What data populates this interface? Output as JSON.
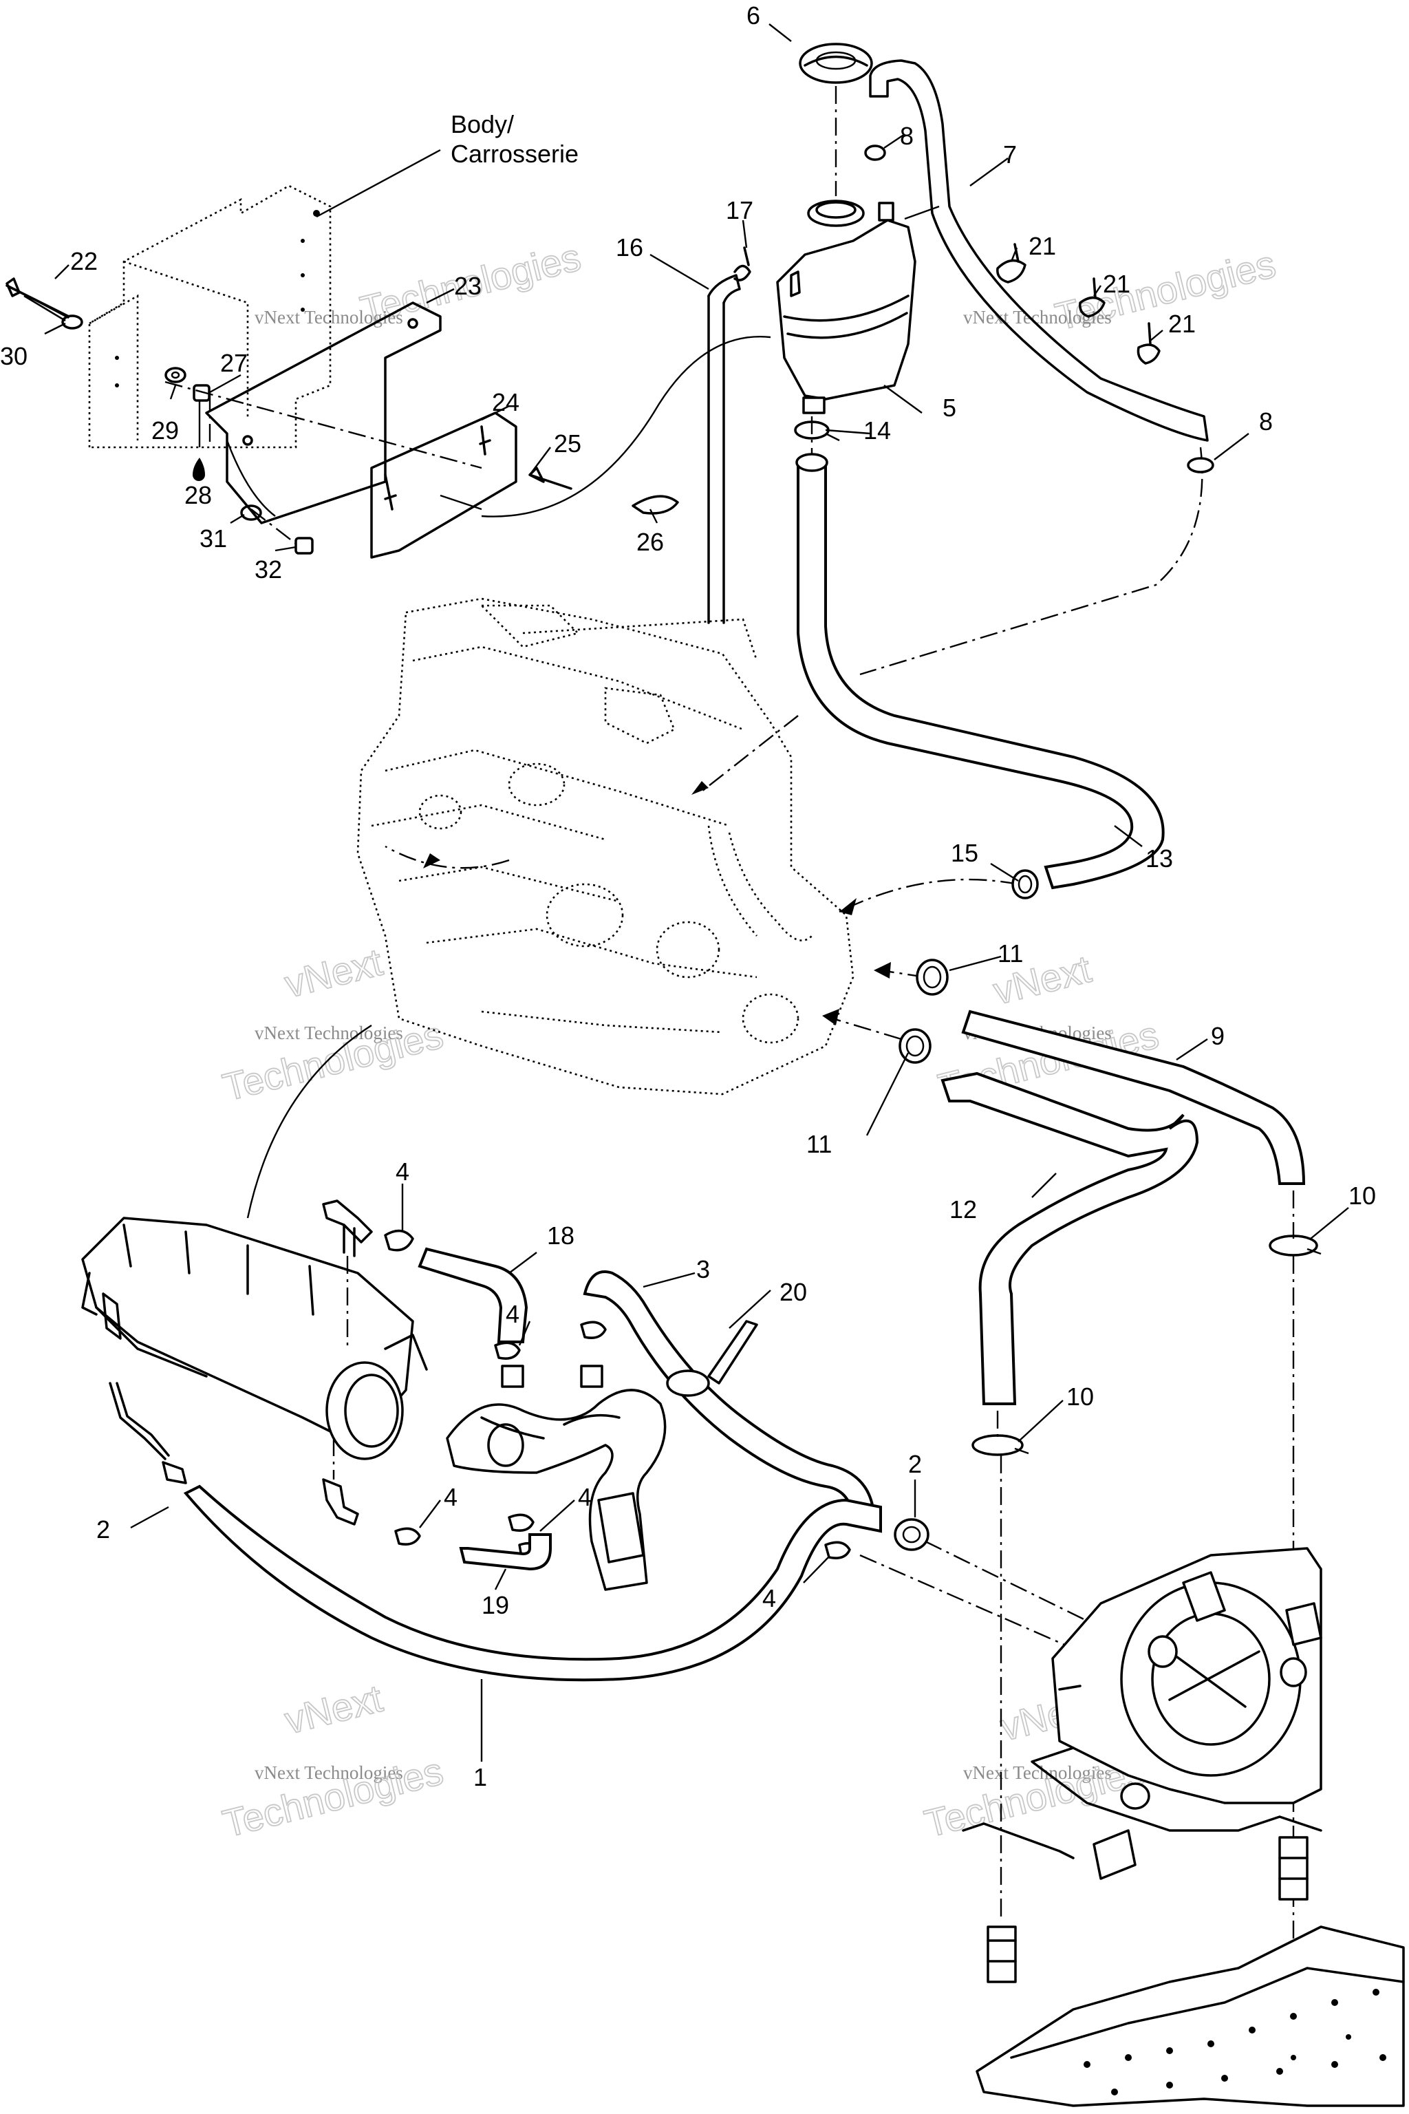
{
  "diagram": {
    "body_label": "Body/",
    "body_label_2": "Carrosserie",
    "watermark": {
      "line1": "vNext Technologies",
      "big_a": "vNext",
      "big_b": "Technologies"
    },
    "callouts": {
      "c1": "1",
      "c2a": "2",
      "c2b": "2",
      "c3": "3",
      "c4a": "4",
      "c4b": "4",
      "c4c": "4",
      "c4d": "4",
      "c4e": "4",
      "c5": "5",
      "c6": "6",
      "c7": "7",
      "c8a": "8",
      "c8b": "8",
      "c9": "9",
      "c10a": "10",
      "c10b": "10",
      "c11a": "11",
      "c11b": "11",
      "c12": "12",
      "c13": "13",
      "c14": "14",
      "c15": "15",
      "c16": "16",
      "c17": "17",
      "c18": "18",
      "c19": "19",
      "c20": "20",
      "c21a": "21",
      "c21b": "21",
      "c21c": "21",
      "c22": "22",
      "c23": "23",
      "c24": "24",
      "c25": "25",
      "c26": "26",
      "c27": "27",
      "c28": "28",
      "c29": "29",
      "c30": "30",
      "c31": "31",
      "c32": "32"
    }
  }
}
